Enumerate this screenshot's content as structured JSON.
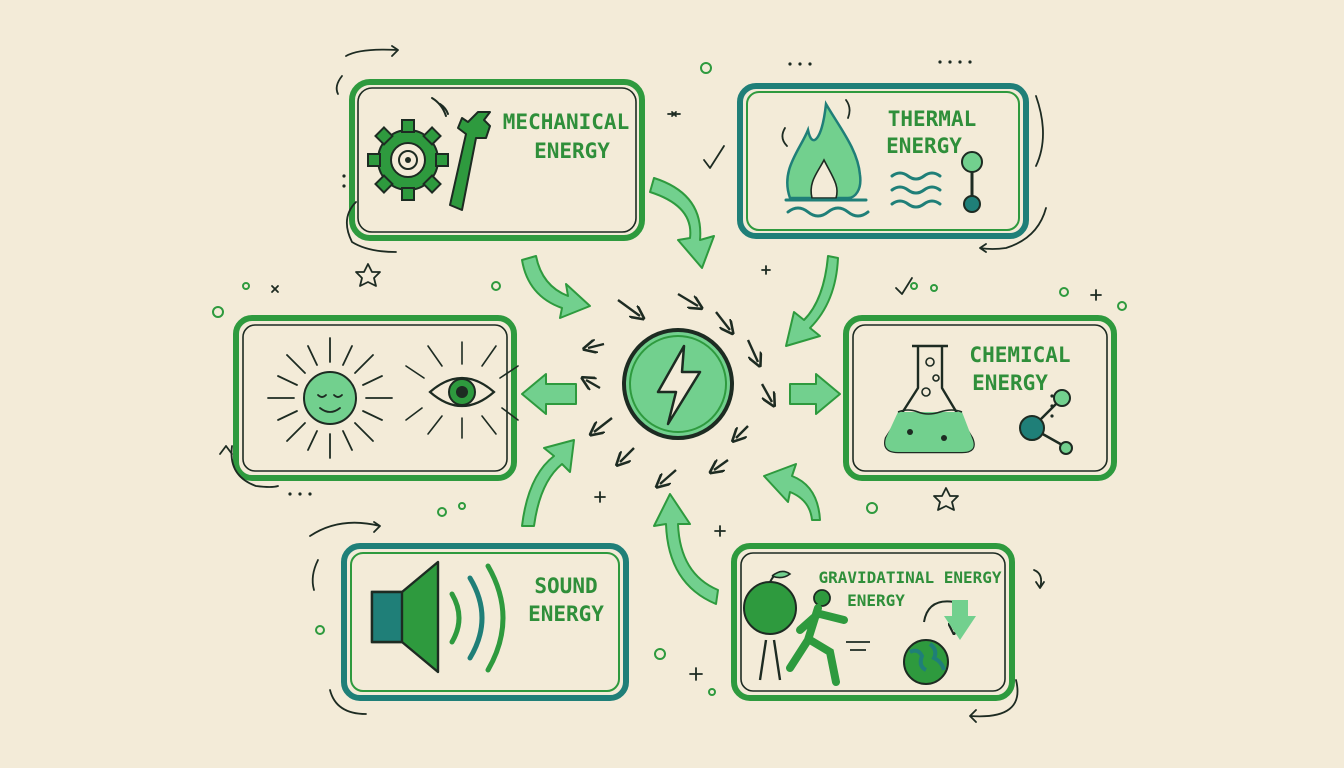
{
  "nodes": {
    "mechanical": {
      "line1": "MECHANICAL",
      "line2": "ENERGY"
    },
    "thermal": {
      "line1": "THERMAL",
      "line2": "ENERGY"
    },
    "chemical": {
      "line1": "CHEMICAL",
      "line2": "ENERGY"
    },
    "sound": {
      "line1": "SOUND",
      "line2": "ENERGY"
    },
    "gravitational": {
      "line1": "GRAVIDATINAL ENERGY",
      "line2": "ENERGY"
    }
  },
  "colors": {
    "background": "#f3ebd8",
    "green": "#2e9a3e",
    "light_green": "#72d08e",
    "teal": "#1f7f78",
    "ink": "#1d2b22"
  },
  "icons": [
    "gear-icon",
    "wrench-icon",
    "flame-icon",
    "heat-wave-icon",
    "thermometer-icon",
    "flask-icon",
    "molecule-icon",
    "sun-icon",
    "eye-icon",
    "speaker-icon",
    "apple-tree-icon",
    "runner-icon",
    "earth-icon",
    "lightning-bolt-icon"
  ]
}
